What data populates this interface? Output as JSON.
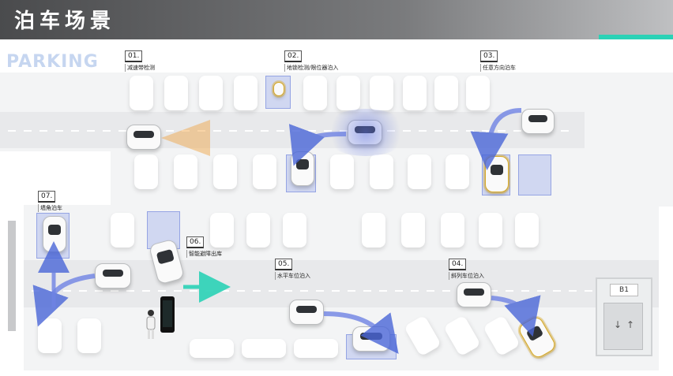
{
  "title": "泊车场景",
  "watermark": "PARKING",
  "elevator_label": "B1",
  "accent_color": "#2bd2b6",
  "highlight_color": "#7b8ce6",
  "steps": [
    {
      "num": "01.",
      "label": "减速带检测"
    },
    {
      "num": "02.",
      "label": "地锁检测/限位器泊入"
    },
    {
      "num": "03.",
      "label": "任意方向泊车"
    },
    {
      "num": "04.",
      "label": "斜列车位泊入"
    },
    {
      "num": "05.",
      "label": "水平车位泊入"
    },
    {
      "num": "06.",
      "label": "智能避障出库"
    },
    {
      "num": "07.",
      "label": "墙角泊车"
    }
  ],
  "icons": {
    "elevator_up": "arrow-up-icon",
    "elevator_down": "arrow-down-icon",
    "phone": "phone-icon",
    "person": "person-icon"
  }
}
